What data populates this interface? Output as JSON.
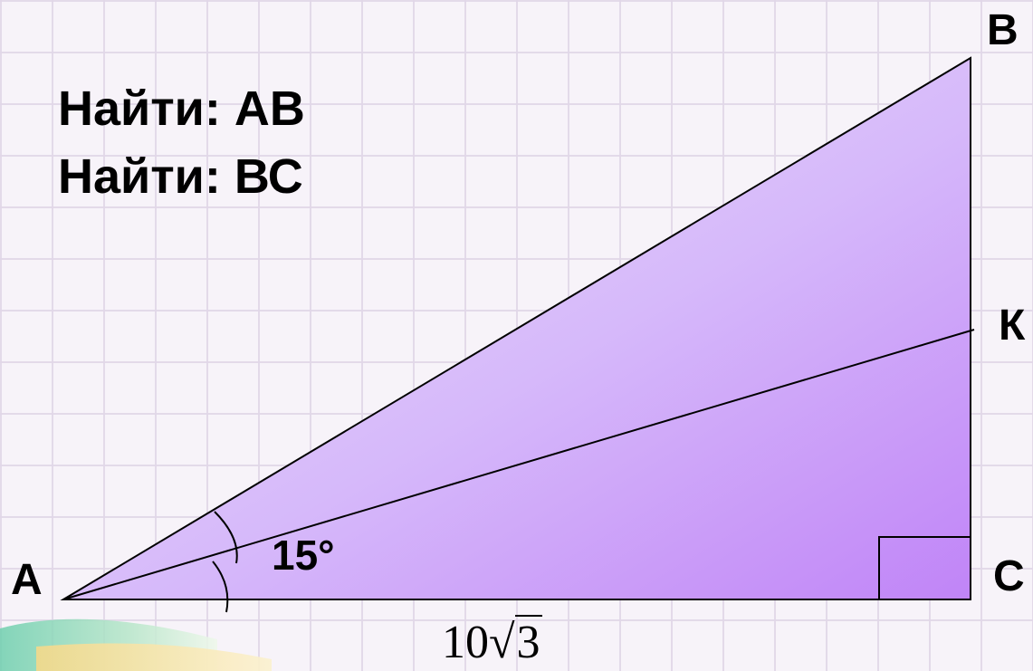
{
  "task": {
    "line1": "Найти: АВ",
    "line2": "Найти: ВС"
  },
  "vertices": {
    "a": "А",
    "b": "В",
    "c": "С",
    "k": "К"
  },
  "angle_label": "15°",
  "base_label": {
    "coefficient": "10",
    "radical": "√",
    "radicand": "3"
  },
  "colors": {
    "triangle_fill_light": "#e3d2fb",
    "triangle_fill_dark": "#c389f8",
    "grid_line": "#e1d7e8",
    "background": "#f7f3f9"
  }
}
